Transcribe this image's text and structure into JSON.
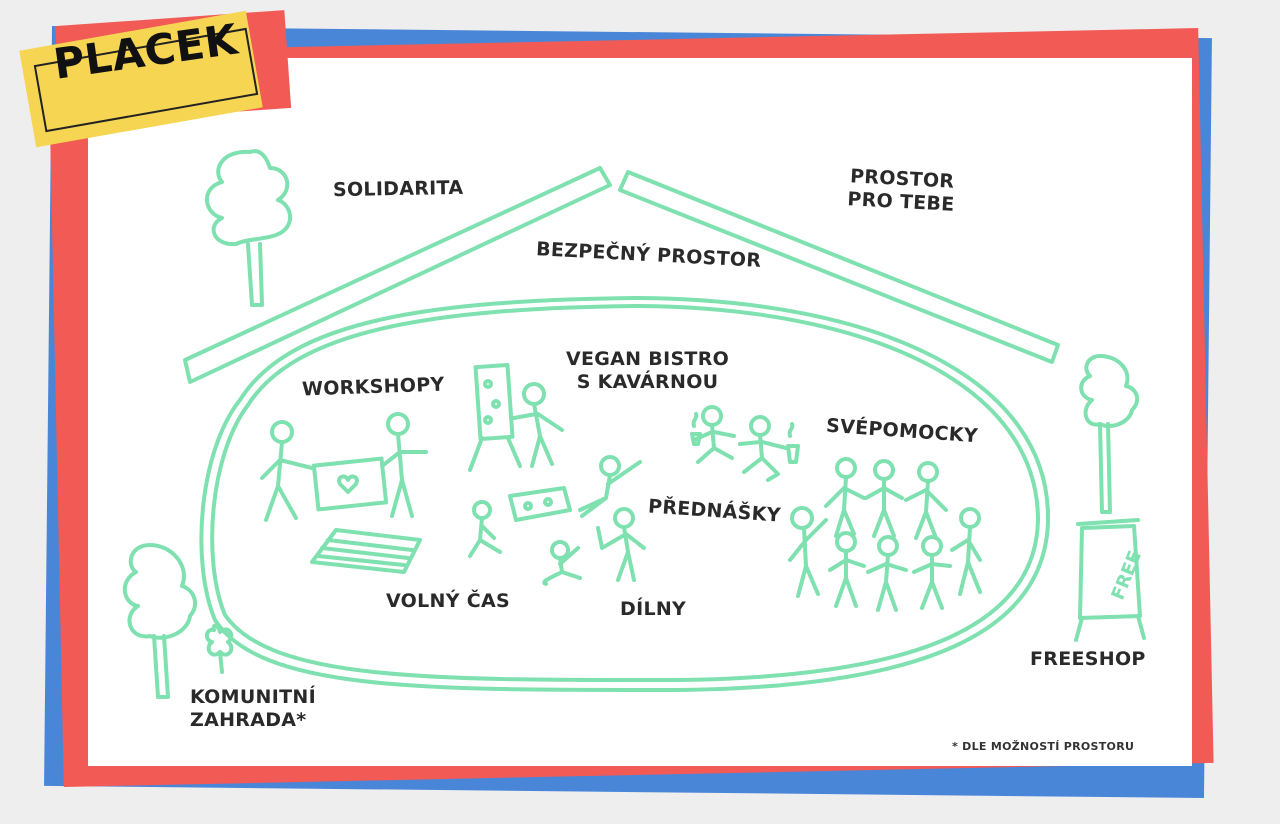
{
  "brand": {
    "logo_text": "PLACEK"
  },
  "colors": {
    "red": "#f25a55",
    "blue": "#4a86d8",
    "white": "#ffffff",
    "yellow": "#f6d553",
    "mint": "#7fe0b0",
    "text": "#2a2a2a"
  },
  "labels": {
    "solidarita": "SOLIDARITA",
    "prostor_pro_tebe_1": "PROSTOR",
    "prostor_pro_tebe_2": "PRO TEBE",
    "bezpecny_prostor": "BEZPEČNÝ PROSTOR",
    "vegan_bistro_1": "VEGAN BISTRO",
    "vegan_bistro_2": "S KAVÁRNOU",
    "workshopy": "WORKSHOPY",
    "svepomocky": "SVÉPOMOCKY",
    "prednasky": "PŘEDNÁŠKY",
    "volny_cas": "VOLNÝ ČAS",
    "dilny": "DÍLNY",
    "freeshop": "FREESHOP",
    "komunitni_zahrada_1": "KOMUNITNÍ",
    "komunitni_zahrada_2": "ZAHRADA*",
    "free_sign": "FREE"
  },
  "footnote": "* DLE MOŽNOSTÍ PROSTORU"
}
